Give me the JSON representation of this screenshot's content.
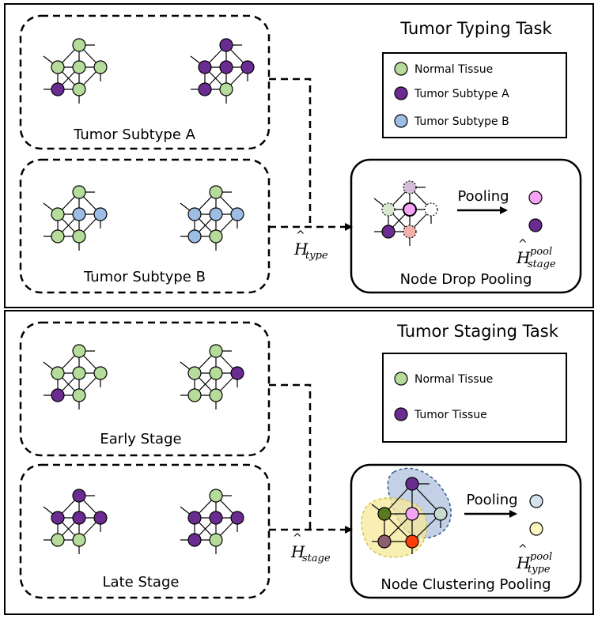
{
  "typing": {
    "title": "Tumor Typing Task",
    "legend": [
      {
        "label": "Normal Tissue",
        "color": "#b5dc9a"
      },
      {
        "label": "Tumor Subtype A",
        "color": "#6a2c91"
      },
      {
        "label": "Tumor Subtype B",
        "color": "#9dbde5"
      }
    ],
    "group_a_label": "Tumor Subtype A",
    "group_b_label": "Tumor Subtype B",
    "h_label": "H",
    "h_sub": "type",
    "pool_box_label": "Node Drop Pooling",
    "pooling_label": "Pooling",
    "out_label": "H",
    "out_sup": "pool",
    "out_sub": "stage"
  },
  "staging": {
    "title": "Tumor Staging Task",
    "legend": [
      {
        "label": "Normal Tissue",
        "color": "#b5dc9a"
      },
      {
        "label": "Tumor Tissue",
        "color": "#6a2c91"
      }
    ],
    "group_a_label": "Early Stage",
    "group_b_label": "Late Stage",
    "h_label": "H",
    "h_sub": "stage",
    "pool_box_label": "Node Clustering Pooling",
    "pooling_label": "Pooling",
    "out_label": "H",
    "out_sup": "pool",
    "out_sub": "type"
  }
}
